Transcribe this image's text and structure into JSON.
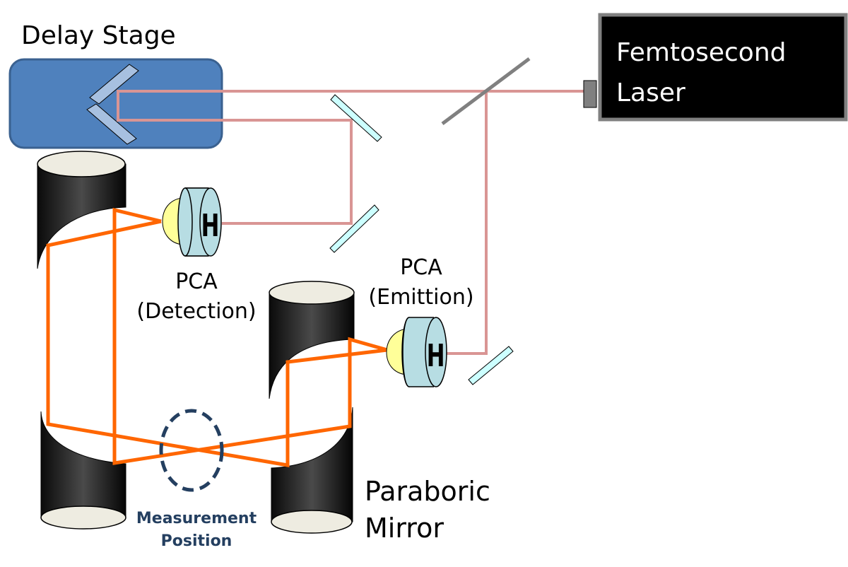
{
  "title": "THz Time-Domain Spectroscopy Setup",
  "labels": {
    "delay_stage": "Delay Stage",
    "laser_line1": "Femtosecond",
    "laser_line2": "Laser",
    "pca_det_line1": "PCA",
    "pca_det_line2": "(Detection)",
    "pca_emit_line1": "PCA",
    "pca_emit_line2": "(Emittion)",
    "mirror_line1": "Paraboric",
    "mirror_line2": "Mirror",
    "measure_line1": "Measurement",
    "measure_line2": "Position",
    "pca_glyph": "H"
  },
  "colors": {
    "delay_stage_fill": "#4f81bd",
    "delay_stage_stroke": "#3a6190",
    "retro_fill": "#a7c0e0",
    "laser_beam": "#d99594",
    "thz_beam": "#ff6600",
    "flat_mirror_fill": "#ccffff",
    "beam_splitter": "#808080",
    "laser_box": "#000000",
    "laser_border": "#808080",
    "pca_body": "#b7dde3",
    "pca_lens": "#ffff99",
    "measure_ring": "#243f60",
    "mirror_top": "#eeece1"
  }
}
